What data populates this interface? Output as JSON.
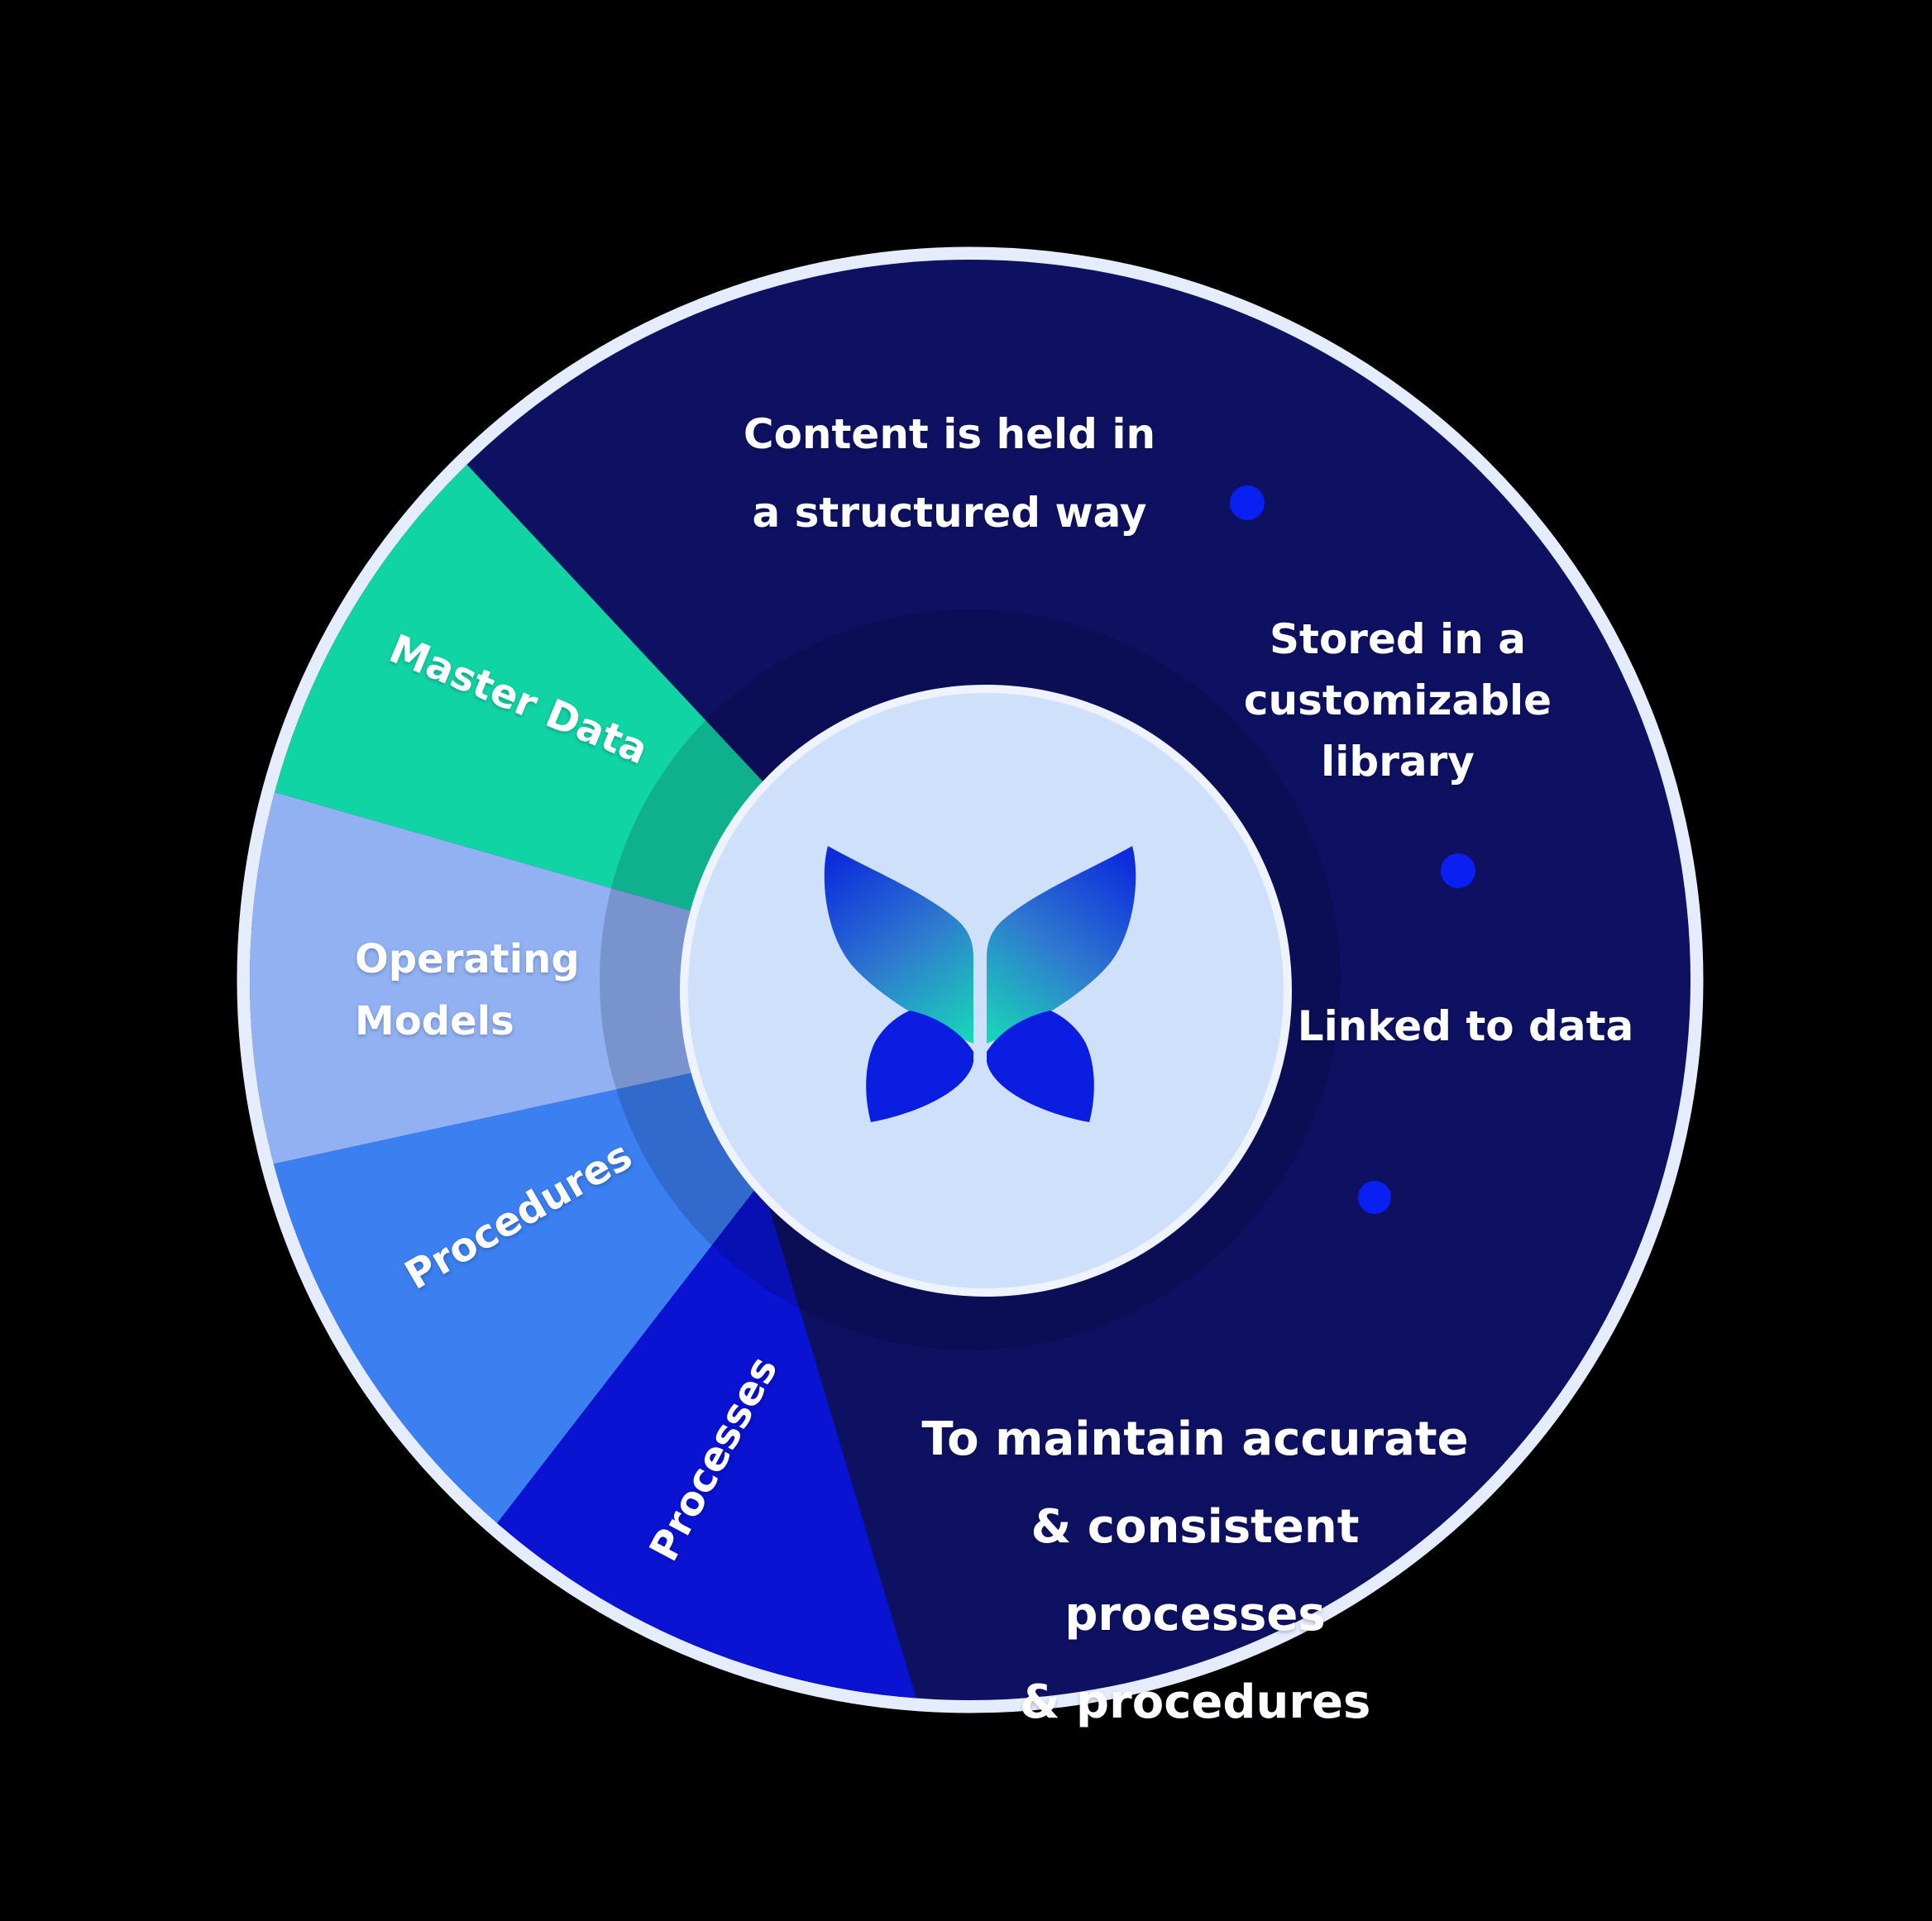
{
  "diagram": {
    "type": "circular-infographic",
    "center_icon": "butterfly-logo",
    "dot_count": 3
  },
  "segments": [
    {
      "id": "master-data",
      "label": "Master Data",
      "label_display": "Master Data",
      "color": "#11d4a5"
    },
    {
      "id": "operating-models",
      "label": "Operating Models",
      "label_display": "Operating\nModels",
      "color": "#92b1f2"
    },
    {
      "id": "procedures",
      "label": "Procedures",
      "label_display": "Procedures",
      "color": "#3b7ff0"
    },
    {
      "id": "processes",
      "label": "Processes",
      "label_display": "Processes",
      "color": "#0a13d2"
    }
  ],
  "annotations": [
    {
      "id": "content-structured",
      "text": "Content is held in\na structured way"
    },
    {
      "id": "stored-library",
      "text": "Stored in a\ncustomizable\nlibrary"
    },
    {
      "id": "linked-data",
      "text": "Linked to data"
    },
    {
      "id": "maintain-accurate",
      "text": "To maintain accurate\n& consistent processes\n& procedures"
    }
  ],
  "colors": {
    "page_background": "#000000",
    "disc_navy": "#0e1161",
    "inner_ring_overlay": "rgba(0,2,32,0.17)",
    "outer_border": "#e5ecfb",
    "center_circle_fill": "#cfe1fa",
    "center_circle_border": "#eef3fe",
    "dot_blue": "#0a20f2",
    "text_white": "#ffffff",
    "wing_gradient_top": "#0c2bdc",
    "wing_gradient_mid": "#2f7bcf",
    "wing_gradient_tip": "#16dfb6",
    "lower_wing_blue": "#0a1de1"
  }
}
